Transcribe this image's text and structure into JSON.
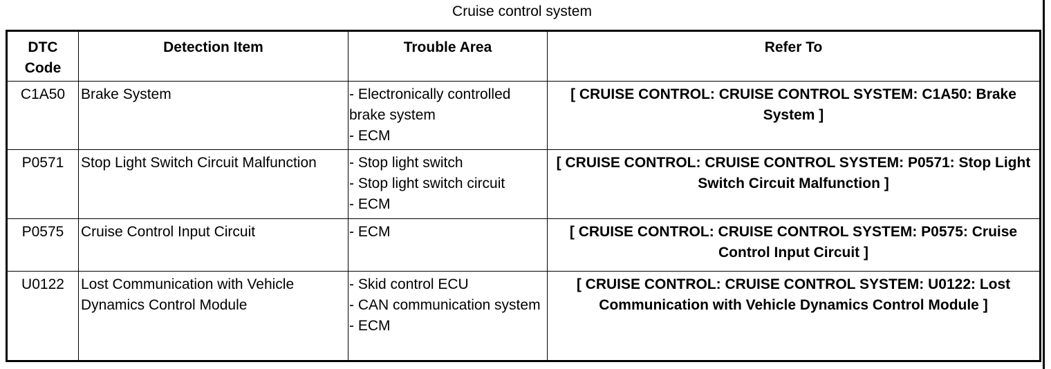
{
  "caption": "Cruise control system",
  "table": {
    "headers": {
      "dtc_code": "DTC Code",
      "detection_item": "Detection Item",
      "trouble_area": "Trouble Area",
      "refer_to": "Refer To"
    },
    "rows": [
      {
        "code": "C1A50",
        "detection_item": "Brake System",
        "trouble_area": [
          "- Electronically controlled brake system",
          "- ECM"
        ],
        "refer_to": "[ CRUISE CONTROL: CRUISE CONTROL SYSTEM: C1A50: Brake System ]"
      },
      {
        "code": "P0571",
        "detection_item": "Stop Light Switch Circuit Malfunction",
        "trouble_area": [
          "- Stop light switch",
          "- Stop light switch circuit",
          "- ECM"
        ],
        "refer_to": "[ CRUISE CONTROL: CRUISE CONTROL SYSTEM: P0571: Stop Light Switch Circuit Malfunction ]"
      },
      {
        "code": "P0575",
        "detection_item": "Cruise Control Input Circuit",
        "trouble_area": [
          "- ECM"
        ],
        "refer_to": "[ CRUISE CONTROL: CRUISE CONTROL SYSTEM: P0575: Cruise Control Input Circuit ]"
      },
      {
        "code": "U0122",
        "detection_item": "Lost Communication with Vehicle Dynamics Control Module",
        "trouble_area": [
          "- Skid control ECU",
          "- CAN communication system",
          "- ECM"
        ],
        "refer_to": "[ CRUISE CONTROL: CRUISE CONTROL SYSTEM: U0122: Lost Communication with Vehicle Dynamics Control Module ]"
      }
    ]
  }
}
